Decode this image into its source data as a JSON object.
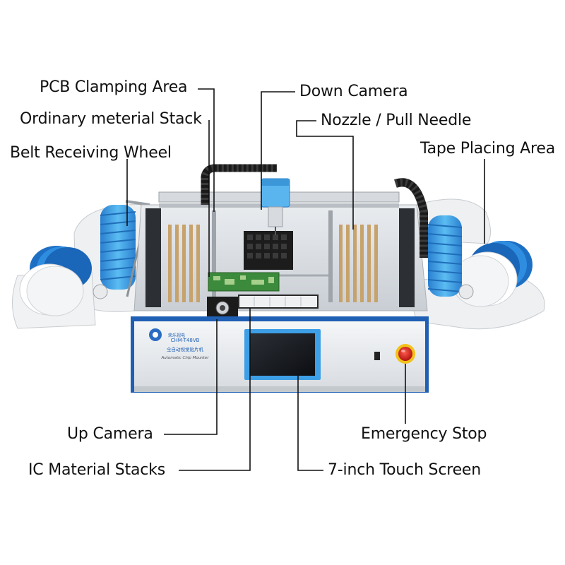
{
  "labels": {
    "pcb_clamping_area": "PCB Clamping Area",
    "ordinary_material_stack": "Ordinary meterial Stack",
    "belt_receiving_wheel": "Belt Receiving Wheel",
    "down_camera": "Down Camera",
    "nozzle_pull_needle": "Nozzle / Pull Needle",
    "tape_placing_area": "Tape Placing Area",
    "up_camera": "Up Camera",
    "ic_material_stacks": "IC Material Stacks",
    "emergency_stop": "Emergency Stop",
    "touch_screen": "7-inch Touch Screen"
  },
  "machine": {
    "model": "CHM-T48VB",
    "name_cn": "全自动视觉贴片机",
    "name_en": "Automatic Chip Mounter",
    "brand": "荣乐视电"
  },
  "colors": {
    "frame_blue": "#1f5fb4",
    "reel_blue": "#3aa2e8",
    "stop_red": "#d8231f",
    "leader_line": "#111111"
  }
}
